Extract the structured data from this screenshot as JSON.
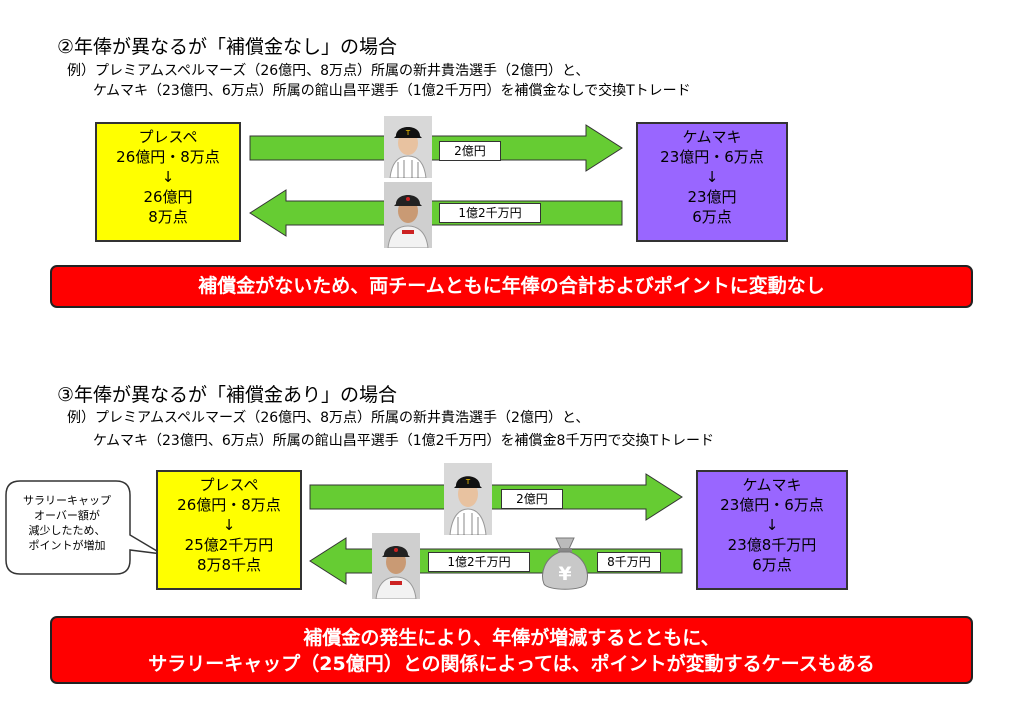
{
  "section2": {
    "heading": "②年俸が異なるが「補償金なし」の場合",
    "line1": "例）プレミアムスペルマーズ（26億円、8万点）所属の新井貴浩選手（2億円）と、",
    "line2": "ケムマキ（23億円、6万点）所属の館山昌平選手（1億2千万円）を補償金なしで交換Tトレード",
    "left_box": [
      "プレスペ",
      "26億円・8万点",
      "↓",
      "26億円",
      "8万点"
    ],
    "right_box": [
      "ケムマキ",
      "23億円・6万点",
      "↓",
      "23億円",
      "6万点"
    ],
    "label_top": "2億円",
    "label_bottom": "1億2千万円",
    "banner": "補償金がないため、両チームともに年俸の合計およびポイントに変動なし"
  },
  "section3": {
    "heading": "③年俸が異なるが「補償金あり」の場合",
    "line1": "例）プレミアムスペルマーズ（26億円、8万点）所属の新井貴浩選手（2億円）と、",
    "line2": "ケムマキ（23億円、6万点）所属の館山昌平選手（1億2千万円）を補償金8千万円で交換Tトレード",
    "left_box": [
      "プレスペ",
      "26億円・8万点",
      "↓",
      "25億2千万円",
      "8万8千点"
    ],
    "right_box": [
      "ケムマキ",
      "23億円・6万点",
      "↓",
      "23億8千万円",
      "6万点"
    ],
    "label_top": "2億円",
    "label_bottom": "1億2千万円",
    "label_comp": "8千万円",
    "bubble": [
      "サラリーキャップ",
      "オーバー額が",
      "減少したため、",
      "ポイントが増加"
    ],
    "bag_symbol": "¥",
    "banner_line1": "補償金の発生により、年俸が増減するとともに、",
    "banner_line2": "サラリーキャップ（25億円）との関係によっては、ポイントが変動するケースもある"
  },
  "colors": {
    "arrow_green": "#66cc33",
    "box_yellow": "#ffff00",
    "box_purple": "#9966ff",
    "banner_red": "#ff0000"
  }
}
